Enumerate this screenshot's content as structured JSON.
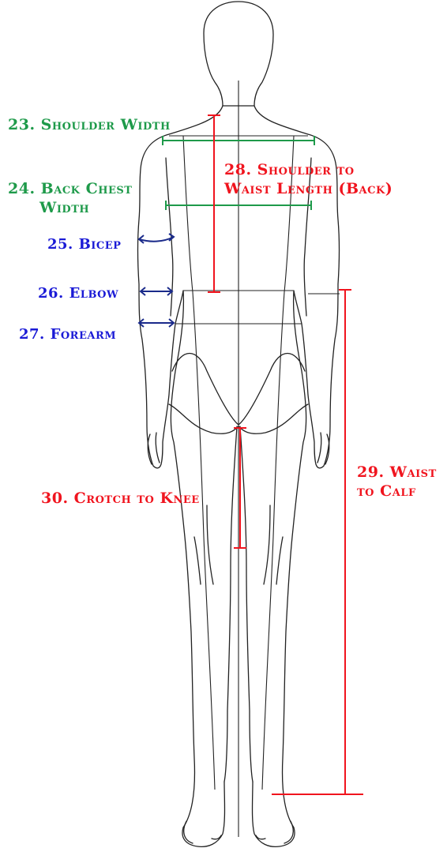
{
  "colors": {
    "green": "#1e9a4a",
    "blue": "#1a1ad6",
    "navy_arrow": "#1a2a8a",
    "red": "#f0141e",
    "outline": "#222222"
  },
  "labels": {
    "shoulder_width": "23. Shoulder Width",
    "back_chest_1": "24. Back Chest",
    "back_chest_2": "Width",
    "bicep": "25. Bicep",
    "elbow": "26. Elbow",
    "forearm": "27. Forearm",
    "shoulder_waist_1": "28. Shoulder to",
    "shoulder_waist_2": "Waist Length (Back)",
    "waist_calf_1": "29. Waist",
    "waist_calf_2": "to Calf",
    "crotch_knee": "30. Crotch to Knee"
  }
}
